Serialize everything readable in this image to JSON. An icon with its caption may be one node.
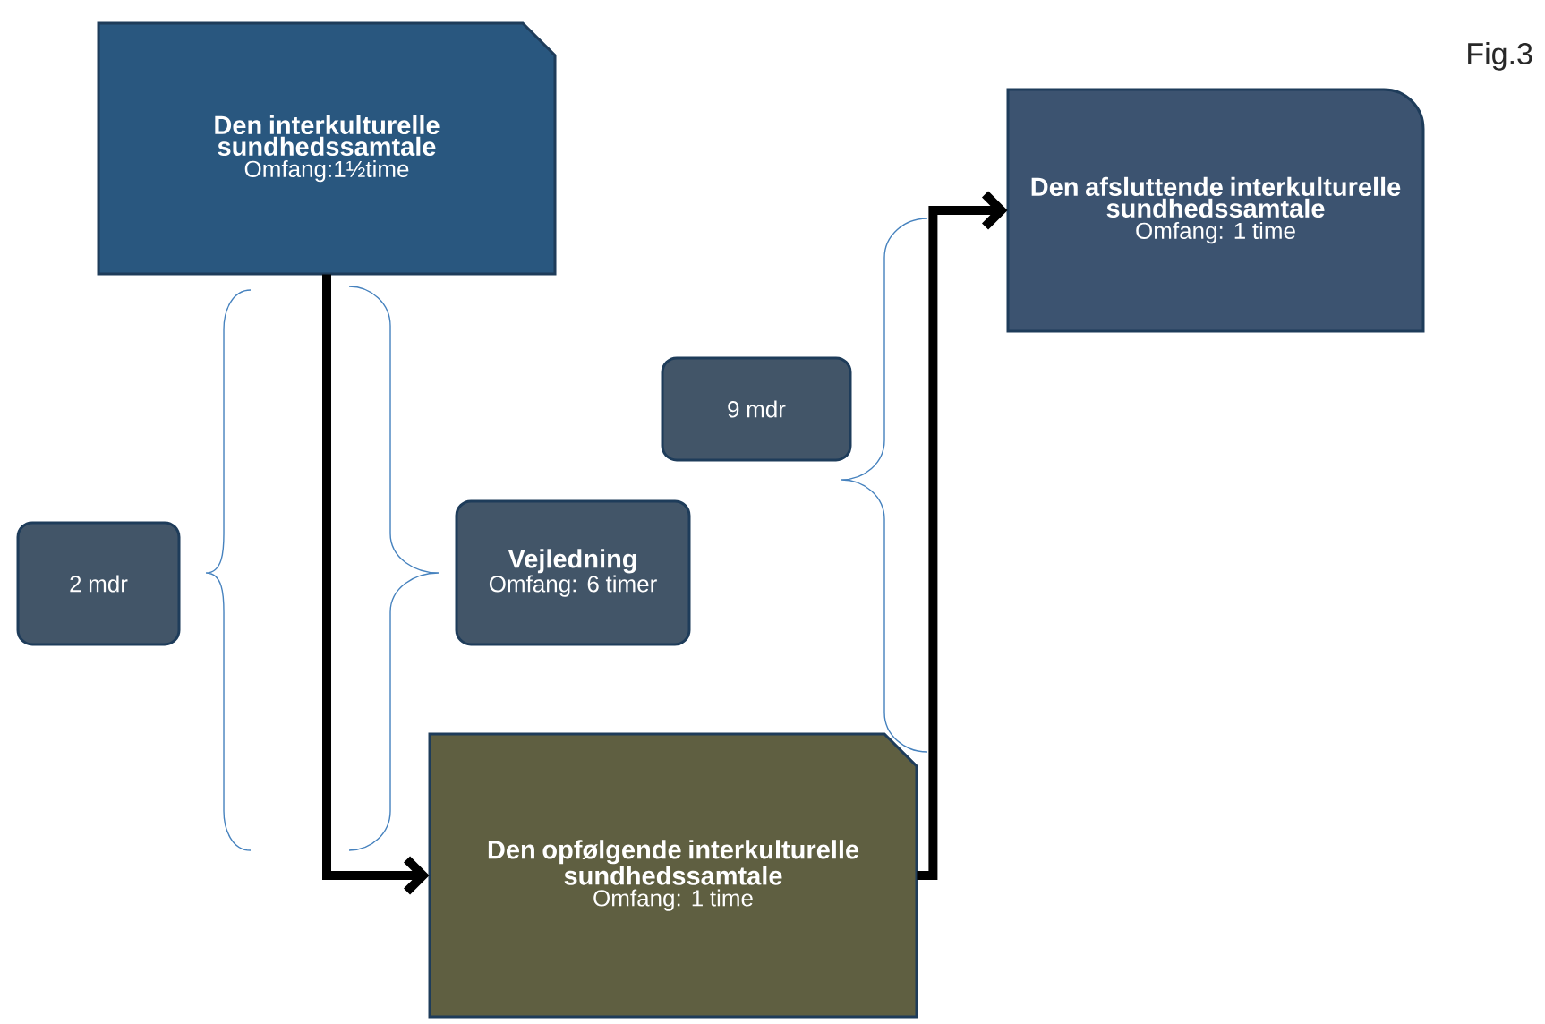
{
  "diagram": {
    "nodes": [
      {
        "text": [
          "Den interkulturelle sundhedssamtale",
          "Omfang:1½time"
        ]
      },
      {
        "text": [
          "Den afsluttende interkulturelle sundhedssamtale",
          "Omfang: 1 time"
        ]
      },
      {
        "text": [
          "9 mdr"
        ]
      },
      {
        "text": [
          "2 mdr"
        ]
      },
      {
        "text": [
          "Vejledning",
          "Omfang: 6 timer"
        ]
      },
      {
        "text": [
          "Den opfølgende interkulturelle sundhedssamtale",
          "Omfang: 1 time"
        ]
      }
    ],
    "edges": [
      {
        "from": 0,
        "to": 5,
        "arrow": "to"
      },
      {
        "from": 5,
        "to": 1,
        "arrow": "to"
      }
    ],
    "labels": [
      "Fig.3"
    ]
  }
}
